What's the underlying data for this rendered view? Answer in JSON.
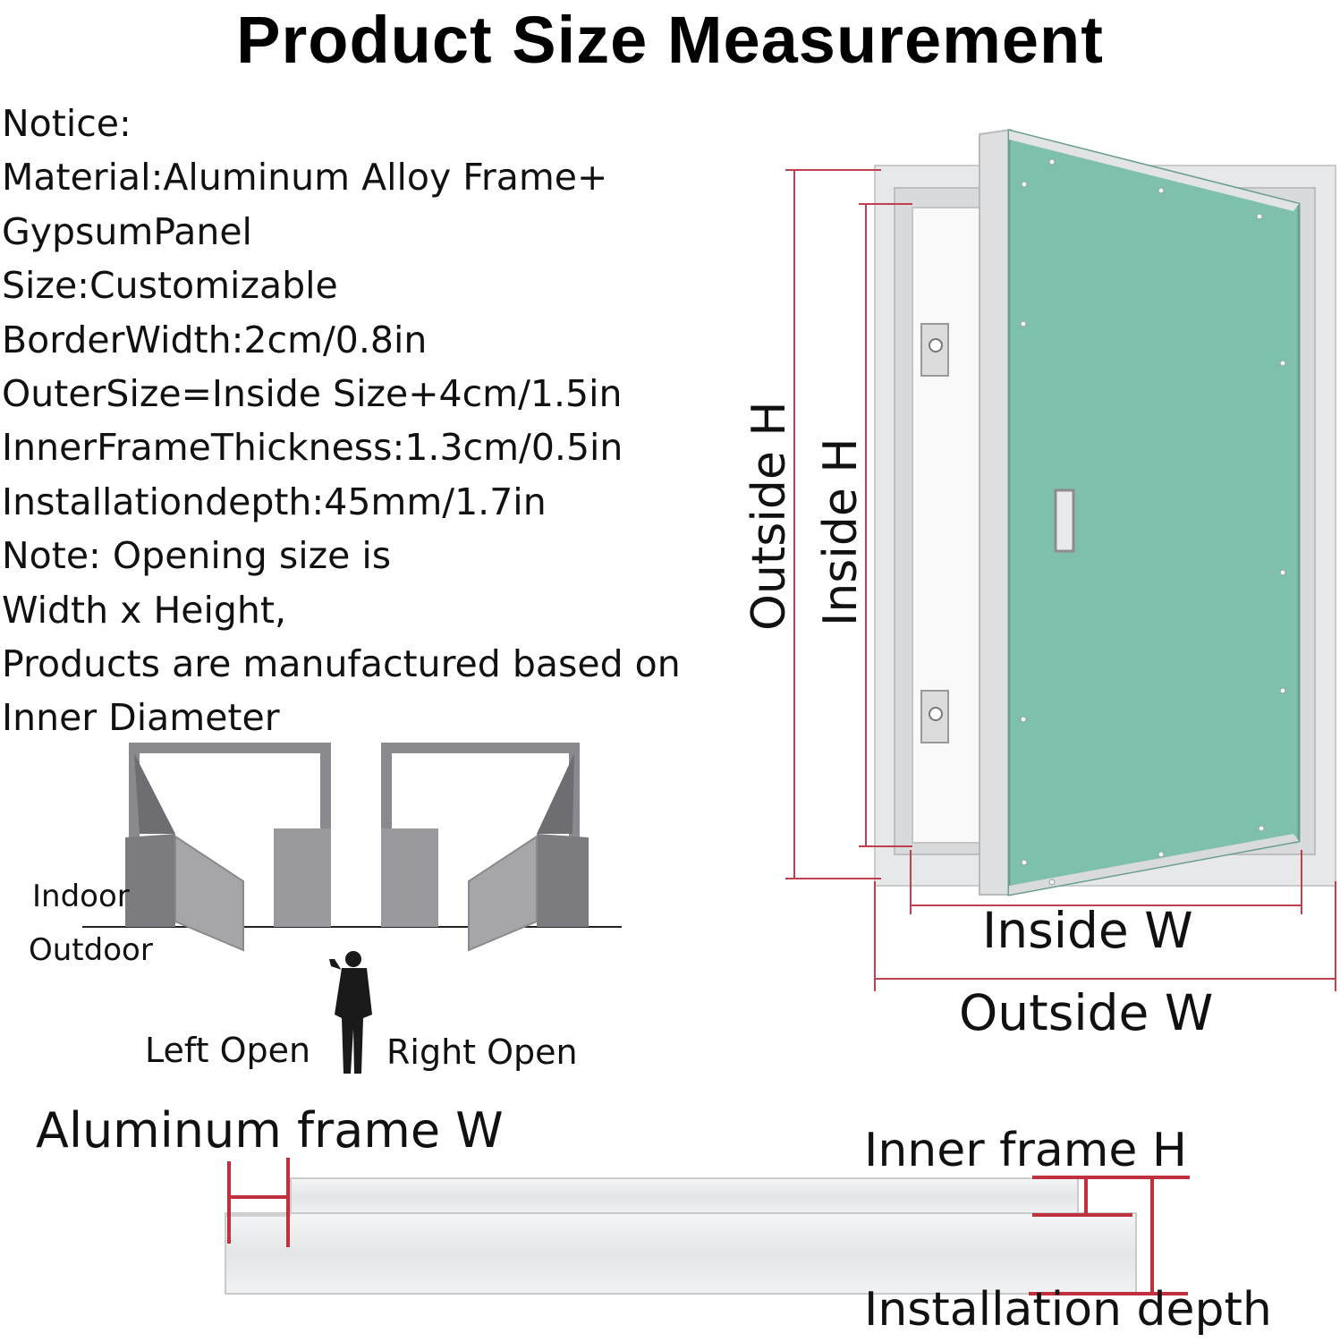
{
  "title": "Product Size Measurement",
  "notice_lines": [
    "Notice:",
    "Material:Aluminum Alloy Frame+",
    "GypsumPanel",
    "Size:Customizable",
    "BorderWidth:2cm/0.8in",
    "OuterSize=Inside Size+4cm/1.5in",
    "InnerFrameThickness:1.3cm/0.5in",
    "Installationdepth:45mm/1.7in",
    "Note: Opening size is",
    "Width x Height,",
    "Products are manufactured based on",
    "Inner Diameter"
  ],
  "door_diagram": {
    "outside_h": "Outside H",
    "inside_h": "Inside H",
    "inside_w": "Inside W",
    "outside_w": "Outside W"
  },
  "opening_diagram": {
    "indoor": "Indoor",
    "outdoor": "Outdoor",
    "left_open": "Left Open",
    "right_open": "Right Open"
  },
  "profile_diagram": {
    "aluminum_frame_w": "Aluminum frame W",
    "inner_frame_h": "Inner frame H",
    "installation_depth": "Installation depth"
  },
  "colors": {
    "panel": "#7fbfae",
    "frame": "#e6e6e6",
    "dimension_line": "#b22234",
    "profile": "#e9ebec",
    "opening_gray": "#8a8a8e"
  }
}
